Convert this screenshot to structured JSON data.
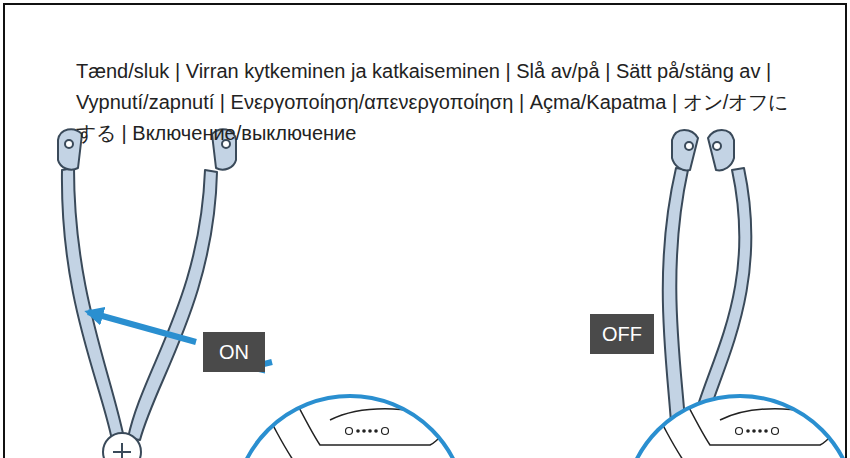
{
  "diagram": {
    "title": "Tænd/sluk | Virran kytkeminen ja katkaiseminen | Slå av/på | Sätt på/stäng av | Vypnutí/zapnutí | Ενεργοποίηση/απενεργοποίηση | Açma/Kapatma | オン/オフにする | Включение/выключение",
    "nodes": [
      {
        "text": [
          "ON"
        ]
      },
      {
        "text": [
          "OFF"
        ]
      }
    ]
  }
}
